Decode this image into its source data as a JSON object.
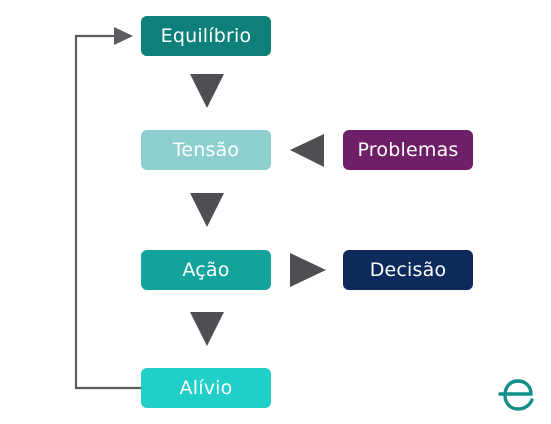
{
  "nodes": {
    "equilibrio": {
      "label": "Equilíbrio",
      "color": "#0f7f7a"
    },
    "tensao": {
      "label": "Tensão",
      "color": "#8dcfcf"
    },
    "acao": {
      "label": "Ação",
      "color": "#12a39d"
    },
    "alivio": {
      "label": "Alívio",
      "color": "#20cfc8"
    },
    "problemas": {
      "label": "Problemas",
      "color": "#6e1f68"
    },
    "decisao": {
      "label": "Decisão",
      "color": "#0d2a5c"
    }
  },
  "colors": {
    "arrow": "#4d4f53",
    "feedback_line": "#5a5c60",
    "logo": "#0f8f88"
  },
  "edges": [
    {
      "from": "Equilíbrio",
      "to": "Tensão"
    },
    {
      "from": "Tensão",
      "to": "Ação"
    },
    {
      "from": "Ação",
      "to": "Alívio"
    },
    {
      "from": "Problemas",
      "to": "Tensão"
    },
    {
      "from": "Ação",
      "to": "Decisão"
    },
    {
      "from": "Alívio",
      "to": "Equilíbrio"
    }
  ],
  "logo": {
    "icon": "e-brand-logo"
  }
}
